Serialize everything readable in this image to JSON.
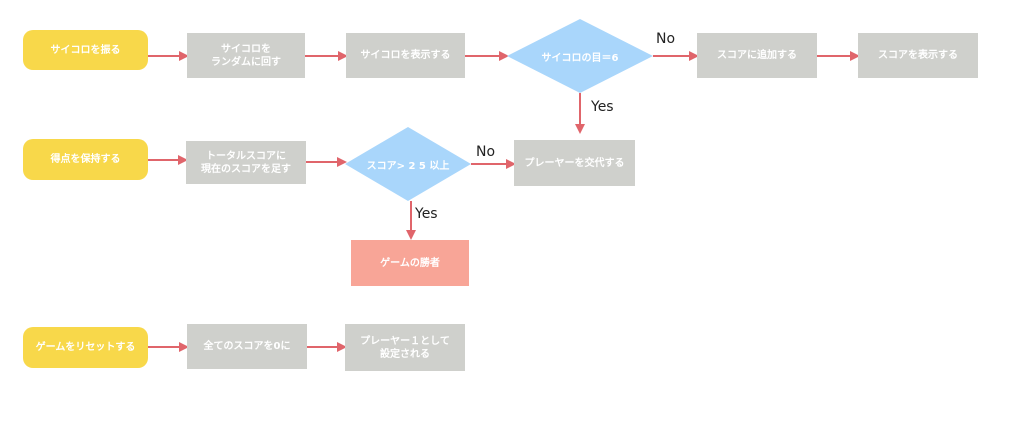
{
  "colors": {
    "start": "#f8d84a",
    "process": "#cfd0cc",
    "decision": "#a9d6fb",
    "end": "#f8a597",
    "arrow": "#e0656b"
  },
  "row1": {
    "start": "サイコロを振る",
    "p1": "サイコロを\nランダムに回す",
    "p2": "サイコロを表示する",
    "decision": "サイコロの目＝6",
    "p3": "スコアに追加する",
    "p4": "スコアを表示する",
    "no_label": "No",
    "yes_label": "Yes"
  },
  "row2": {
    "start": "得点を保持する",
    "p1": "トータルスコアに\n現在のスコアを足す",
    "decision": "スコア> 2 5 以上",
    "p2": "プレーヤーを交代する",
    "end": "ゲームの勝者",
    "no_label": "No",
    "yes_label": "Yes"
  },
  "row3": {
    "start": "ゲームをリセットする",
    "p1": "全てのスコアを0に",
    "p2": "プレーヤー１として\n設定される"
  }
}
